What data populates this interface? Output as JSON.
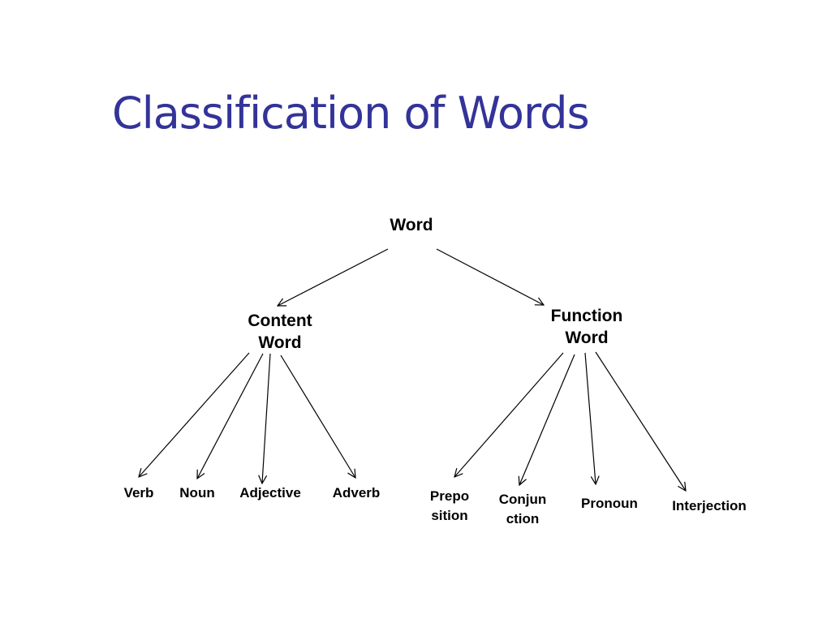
{
  "slide": {
    "title": "Classification of Words"
  },
  "tree": {
    "root": "Word",
    "content_word": [
      "Content",
      "Word"
    ],
    "function_word": [
      "Function",
      "Word"
    ],
    "content_children": [
      "Verb",
      "Noun",
      "Adjective",
      "Adverb"
    ],
    "function_children": [
      [
        "Prepo",
        "sition"
      ],
      [
        "Conjun",
        "ction"
      ],
      [
        "Pronoun"
      ],
      [
        "Interjection"
      ]
    ]
  },
  "colors": {
    "title": "#333399",
    "text": "#000000",
    "arrow": "#000000",
    "background": "#ffffff"
  }
}
